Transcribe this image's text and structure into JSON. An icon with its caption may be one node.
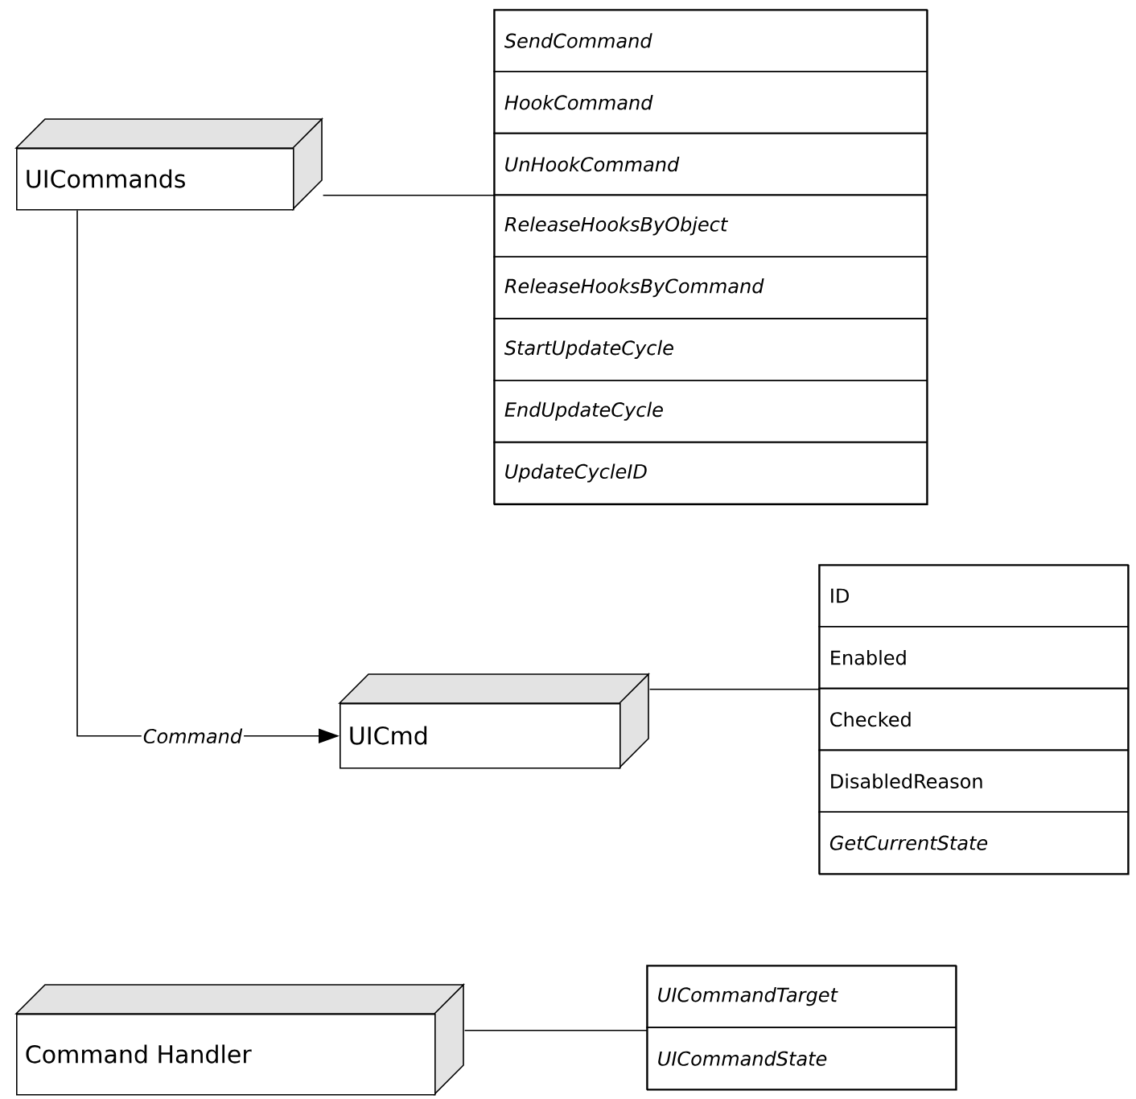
{
  "diagram": {
    "nodes": [
      {
        "text": [
          "UICommands"
        ]
      },
      {
        "text": [
          "SendCommand",
          "HookCommand",
          "UnHookCommand",
          "ReleaseHooksByObject",
          "ReleaseHooksByCommand",
          "StartUpdateCycle",
          "EndUpdateCycle",
          "UpdateCycleID"
        ]
      },
      {
        "text": [
          "UICmd"
        ]
      },
      {
        "text": [
          "ID",
          "Enabled",
          "Checked",
          "DisabledReason",
          "*GetCurrentState*"
        ]
      },
      {
        "text": [
          "Command Handler"
        ]
      },
      {
        "text": [
          "UICommandTarget",
          "UICommandState"
        ]
      }
    ],
    "edges": [
      {
        "from": 0,
        "to": 1,
        "arrow": "none"
      },
      {
        "from": 0,
        "to": 2,
        "arrow": "to",
        "label": "Command"
      },
      {
        "from": 2,
        "to": 3,
        "arrow": "none"
      },
      {
        "from": 4,
        "to": 5,
        "arrow": "none"
      }
    ]
  }
}
